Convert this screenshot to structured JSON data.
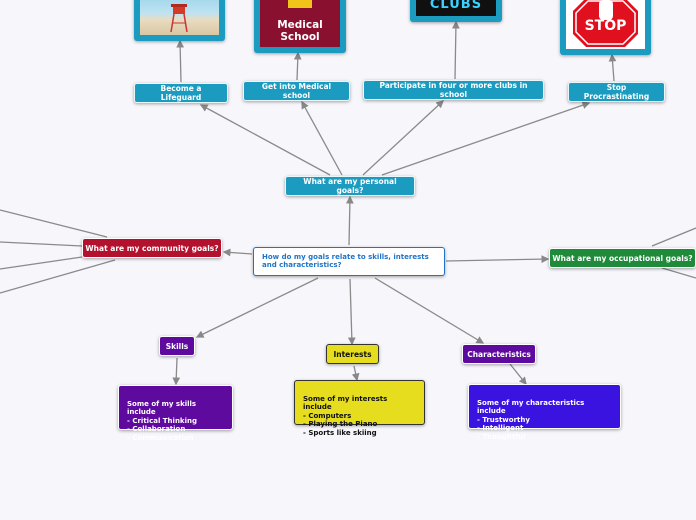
{
  "center": {
    "label": "How do my goals relate to skills, interests and characteristics?"
  },
  "personal": {
    "label": "What are my personal goals?"
  },
  "community": {
    "label": "What are my community goals?"
  },
  "occupational": {
    "label": "What are my occupational goals?"
  },
  "skills": {
    "label": "Skills",
    "detail": "Some of my skills include\n- Critical Thinking\n- Collaboration\n- Communication"
  },
  "interests": {
    "label": "Interests",
    "detail": "Some of my interests include\n- Computers\n- Playing the Piano\n- Sports like skiing"
  },
  "characteristics": {
    "label": "Characteristics",
    "detail": "Some of my characteristics include\n- Trustworthy\n- Intelligent\n- Thoughtful"
  },
  "goals": {
    "lifeguard": "Become a Lifeguard",
    "medical": "Get into Medical school",
    "clubs": "Participate in four or more clubs in school",
    "procrastinating": "Stop Procrastinating"
  },
  "images": {
    "medical_text": "Medical\nSchool",
    "clubs_text": "CLUBS",
    "stop_text": "STOP"
  }
}
